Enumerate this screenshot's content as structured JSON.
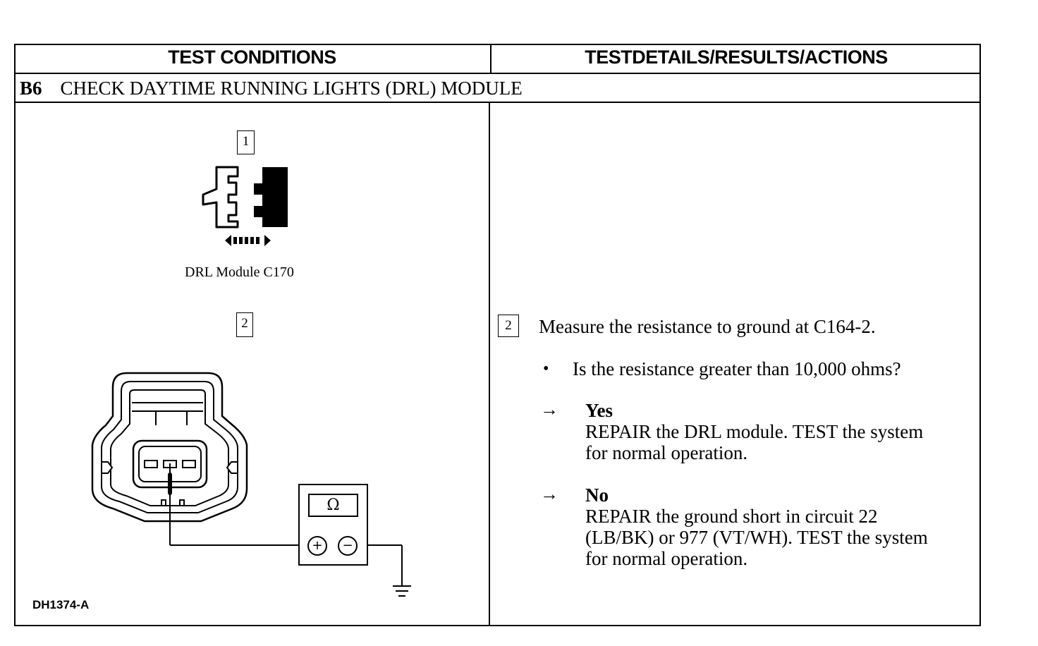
{
  "headers": {
    "left": "TEST CONDITIONS",
    "right": "TESTDETAILS/RESULTS/ACTIONS"
  },
  "section": {
    "id": "B6",
    "title": "CHECK DAYTIME RUNNING LIGHTS (DRL) MODULE"
  },
  "left": {
    "step1_number": "1",
    "step1_label": "DRL Module C170",
    "step2_number": "2",
    "meter_symbol": "Ω",
    "meter_plus": "+",
    "meter_minus": "−",
    "figure_id": "DH1374-A"
  },
  "right": {
    "step_number": "2",
    "instruction": "Measure the resistance to ground at C164-2.",
    "bullet": "•",
    "question": "Is the resistance greater than 10,000 ohms?",
    "arrow": "→",
    "yes_label": "Yes",
    "yes_line1": "REPAIR the DRL module. TEST the system",
    "yes_line2": "for normal operation.",
    "no_label": "No",
    "no_line1": "REPAIR the ground short in circuit 22",
    "no_line2": "(LB/BK) or 977 (VT/WH). TEST the system",
    "no_line3": "for normal operation."
  }
}
